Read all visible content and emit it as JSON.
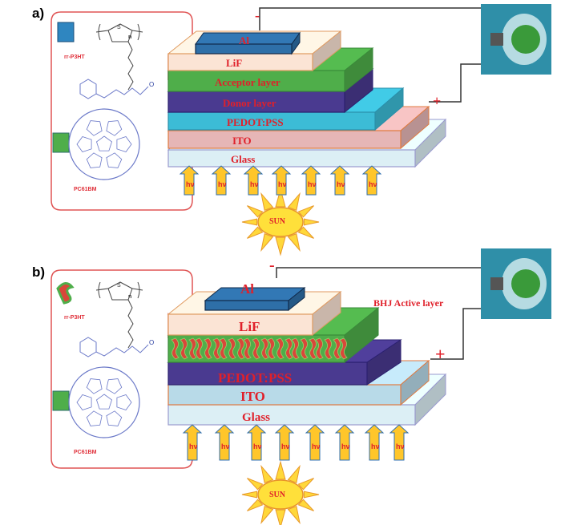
{
  "panels": [
    {
      "tag": "a)",
      "molecules": {
        "donor": "rr-P3HT",
        "acceptor": "PC61BM",
        "n": "n",
        "s": "S"
      },
      "layers": {
        "al": "Al",
        "lif": "LiF",
        "acceptor": "Acceptor layer",
        "donor": "Donor layer",
        "pedot": "PEDOT:PSS",
        "ito": "ITO",
        "glass": "Glass"
      },
      "minus": "-",
      "plus": "+",
      "sun": "SUN",
      "photon": "hν"
    },
    {
      "tag": "b)",
      "molecules": {
        "donor": "rr-P3HT",
        "acceptor": "PC61BM",
        "n": "n",
        "s": "S"
      },
      "layers": {
        "al": "Al",
        "lif": "LiF",
        "pedot": "PEDOT:PSS",
        "ito": "ITO",
        "glass": "Glass",
        "active": "BHJ Active layer"
      },
      "minus": "-",
      "plus": "+",
      "sun": "SUN",
      "photon": "hν"
    }
  ],
  "colors": {
    "donor": "#4a3a90",
    "acceptor": "#4fae4a",
    "pedot": "#3cbcd6",
    "ito": "#e6b6b6",
    "glass": "#dcefF5",
    "lif": "#fbe4d5",
    "al": "#2e6fa8",
    "label": "#e0202a"
  }
}
